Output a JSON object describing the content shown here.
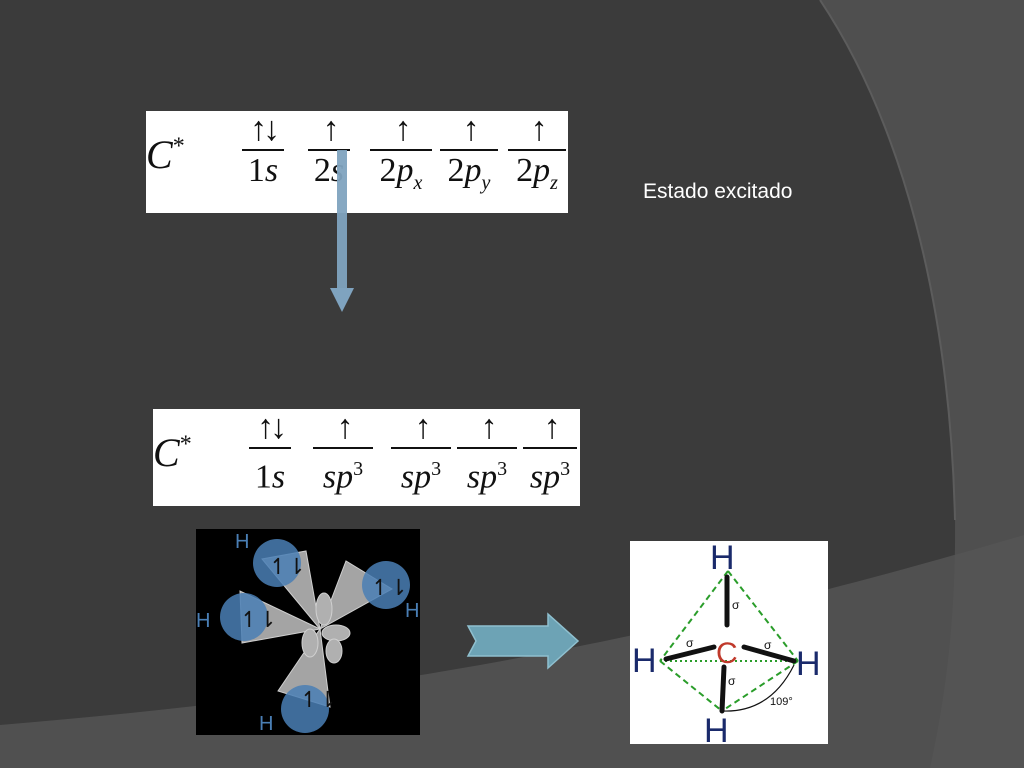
{
  "caption": "Estado excitado",
  "top_config": {
    "atom": "C",
    "atom_sup": "*",
    "orbitals": [
      {
        "arrows": "↑↓",
        "num": "1",
        "sym": "s",
        "sub": ""
      },
      {
        "arrows": "↑",
        "num": "2",
        "sym": "s",
        "sub": ""
      },
      {
        "arrows": "↑",
        "num": "2",
        "sym": "p",
        "sub": "x"
      },
      {
        "arrows": "↑",
        "num": "2",
        "sym": "p",
        "sub": "y"
      },
      {
        "arrows": "↑",
        "num": "2",
        "sym": "p",
        "sub": "z"
      }
    ]
  },
  "bottom_config": {
    "atom": "C",
    "atom_sup": "*",
    "orbitals": [
      {
        "arrows": "↑↓",
        "num": "1",
        "sym": "s",
        "sup": ""
      },
      {
        "arrows": "↑",
        "num": "",
        "sym": "sp",
        "sup": "3"
      },
      {
        "arrows": "↑",
        "num": "",
        "sym": "sp",
        "sup": "3"
      },
      {
        "arrows": "↑",
        "num": "",
        "sym": "sp",
        "sup": "3"
      },
      {
        "arrows": "↑",
        "num": "",
        "sym": "sp",
        "sup": "3"
      }
    ]
  },
  "hybrid_diagram": {
    "labels": [
      "H",
      "H",
      "H",
      "H"
    ],
    "lobe_arrows": "↿⇂",
    "color_h": "#4a7fb5",
    "color_lobe": "#9a9a9a"
  },
  "methane": {
    "center": "C",
    "hydrogens": [
      "H",
      "H",
      "H",
      "H"
    ],
    "bond_labels": [
      "σ",
      "σ",
      "σ",
      "σ"
    ],
    "angle": "109°",
    "color_h": "#1a2a6b",
    "color_c": "#c0392b",
    "color_dash": "#2a9d2a"
  },
  "colors": {
    "background": "#3b3b3b",
    "arrow": "#7fa3bf",
    "arrow_big": "#6da3b5"
  }
}
